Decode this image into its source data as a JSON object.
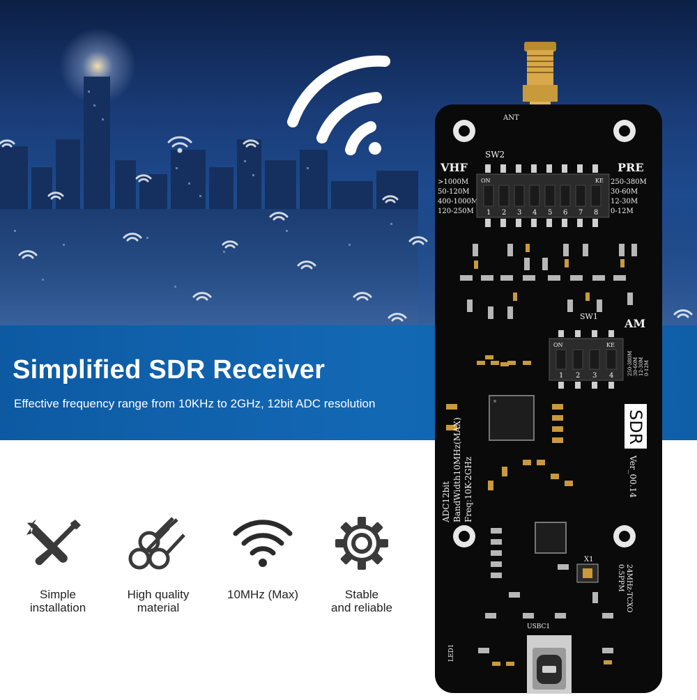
{
  "banner": {
    "title": "Simplified SDR Receiver",
    "subtitle": "Effective frequency range from 10KHz to 2GHz, 12bit ADC resolution"
  },
  "features": [
    {
      "icon": "wrench-screwdriver-icon",
      "label_line1": "Simple",
      "label_line2": "installation"
    },
    {
      "icon": "material-pipes-icon",
      "label_line1": "High quality",
      "label_line2": "material"
    },
    {
      "icon": "wifi-signal-icon",
      "label_line1": "10MHz (Max)",
      "label_line2": ""
    },
    {
      "icon": "gear-icon",
      "label_line1": "Stable",
      "label_line2": "and reliable"
    }
  ],
  "board": {
    "antenna_label": "ANT",
    "sw2_label": "SW2",
    "sw1_label": "SW1",
    "vhf_label": "VHF",
    "pre_label": "PRE",
    "am_label": "AM",
    "vhf_bands": [
      ">1000M",
      "50-120M",
      "400-1000M",
      "120-250M"
    ],
    "pre_bands": [
      "250-380M",
      "30-60M",
      "12-30M",
      "0-12M"
    ],
    "dip_on_label": "ON",
    "dip_ke_label": "KE",
    "sw2_numbers": [
      "1",
      "2",
      "3",
      "4",
      "5",
      "6",
      "7",
      "8"
    ],
    "sw1_numbers": [
      "1",
      "2",
      "3",
      "4"
    ],
    "sw1_bands": [
      "250-380M",
      "30-60M",
      "12-30M",
      "0-12M"
    ],
    "sdr_label": "SDR",
    "version_label": "Ver_00.14",
    "adc_lines": [
      "ADC12bit",
      "BandWidth10MHz(MAX)",
      "Freq:10K-2GHz"
    ],
    "tcxo_lines": [
      "24MHz-TCXO",
      "0.5PPM"
    ],
    "usb_label": "USBC1",
    "led_label": "LED1",
    "x1_label": "X1"
  },
  "colors": {
    "banner_blue": "#1368b4",
    "board_black": "#0a0a0a",
    "gold": "#c99a3c",
    "icon_dark": "#3a3a3a"
  }
}
